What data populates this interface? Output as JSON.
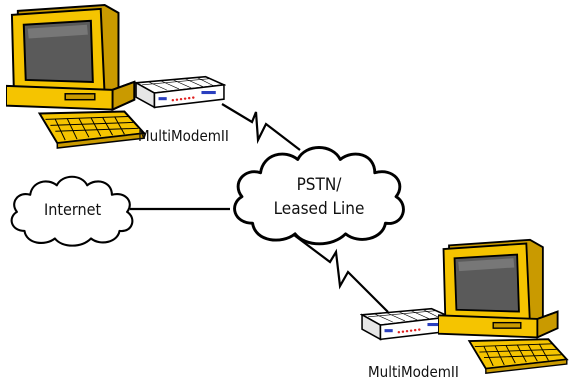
{
  "labels": {
    "modem_top": "MultiModemII",
    "modem_bottom": "MultiModemII",
    "internet": "Internet",
    "pstn_line1": "PSTN/",
    "pstn_line2": "Leased Line"
  },
  "colors": {
    "computer_body": "#f5c400",
    "computer_shade": "#c99a00",
    "screen": "#5a5a5a",
    "outline": "#000000",
    "modem_body": "#ffffff",
    "modem_led_red": "#e02020",
    "modem_led_blue": "#2a3fbf",
    "cloud_fill": "#ffffff"
  },
  "icons": {
    "computer": "desktop-computer-icon",
    "modem": "modem-icon",
    "cloud": "cloud-icon",
    "link": "lightning-bolt-icon"
  }
}
